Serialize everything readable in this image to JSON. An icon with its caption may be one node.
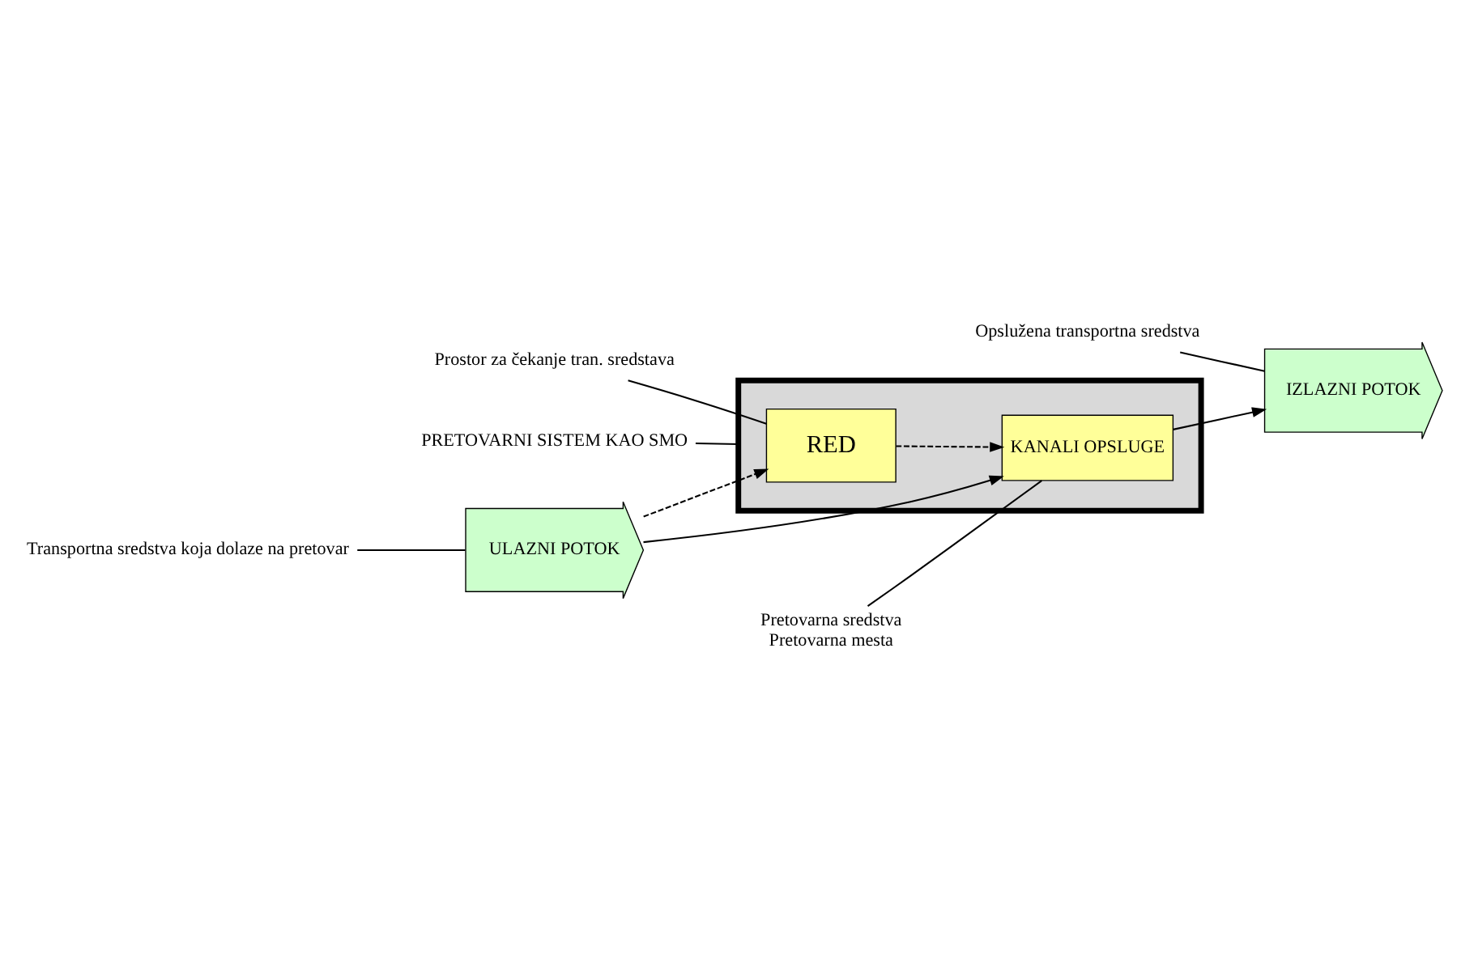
{
  "diagram": {
    "nodes": [
      {
        "text": [],
        "shape": "box"
      },
      {
        "text": [
          "RED"
        ],
        "in": 0
      },
      {
        "text": [
          "KANALI OPSLUGE"
        ],
        "in": 0
      },
      {
        "text": [
          "ULAZNI POTOK"
        ]
      },
      {
        "text": [
          "IZLAZNI POTOK"
        ]
      },
      {
        "text": [
          "Prostor za čekanje tran. sredstava"
        ]
      },
      {
        "text": [
          "PRETOVARNI SISTEM KAO SMO"
        ]
      },
      {
        "text": [
          "Transportna sredstva koja dolaze na pretovar"
        ]
      },
      {
        "text": [
          "Opslužena transportna sredstva"
        ]
      },
      {
        "text": [
          "Pretovarna sredstva",
          "Pretovarna mesta"
        ]
      }
    ],
    "edges": [
      {
        "from": 3,
        "to": 2,
        "arrow": "to"
      },
      {
        "from": 3,
        "to": 1,
        "arrow": "to",
        "style": "dashed"
      },
      {
        "from": 1,
        "to": 2,
        "arrow": "to",
        "style": "dashed"
      },
      {
        "from": 2,
        "to": 4,
        "arrow": "to"
      },
      {
        "from": 5,
        "to": 1,
        "arrow": "none"
      },
      {
        "from": 6,
        "to": 0,
        "arrow": "none"
      },
      {
        "from": 7,
        "to": 3,
        "arrow": "none"
      },
      {
        "from": 8,
        "to": 4,
        "arrow": "none"
      },
      {
        "from": 9,
        "to": 2,
        "arrow": "none"
      }
    ]
  }
}
